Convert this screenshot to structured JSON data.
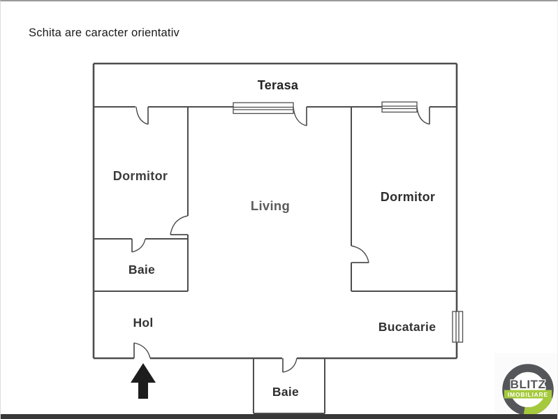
{
  "disclaimer": "Schita are caracter orientativ",
  "plan": {
    "terasa": "Terasa",
    "dormitor_left": "Dormitor",
    "living": "Living",
    "dormitor_right": "Dormitor",
    "baie_left": "Baie",
    "hol": "Hol",
    "bucatarie": "Bucatarie",
    "baie_bottom": "Baie"
  },
  "logo": {
    "brand": "BLITZ",
    "tagline": "IMOBILIARE"
  },
  "colors": {
    "wall": "#4d4d4d",
    "arrow": "#1d1d1d",
    "logo_gray": "#55565a",
    "logo_green": "#a5c93c",
    "bottom_bar": "#383838"
  }
}
